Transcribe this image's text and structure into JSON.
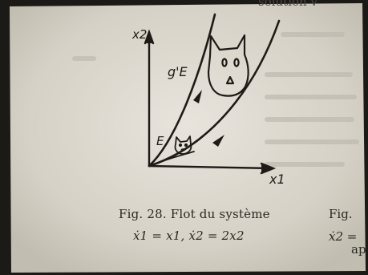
{
  "header": {
    "partial_text": "solution v"
  },
  "figure": {
    "axis_y_label": "x2",
    "axis_x_label": "x1",
    "curve_label_upper": "g'E",
    "curve_label_lower": "E"
  },
  "caption": {
    "title": "Fig. 28. Flot du système",
    "equation": "ẋ1 = x1, ẋ2 = 2x2"
  },
  "side_caption": {
    "title": "Fig.",
    "equation": "ẋ2 =",
    "fragment": "ap"
  }
}
